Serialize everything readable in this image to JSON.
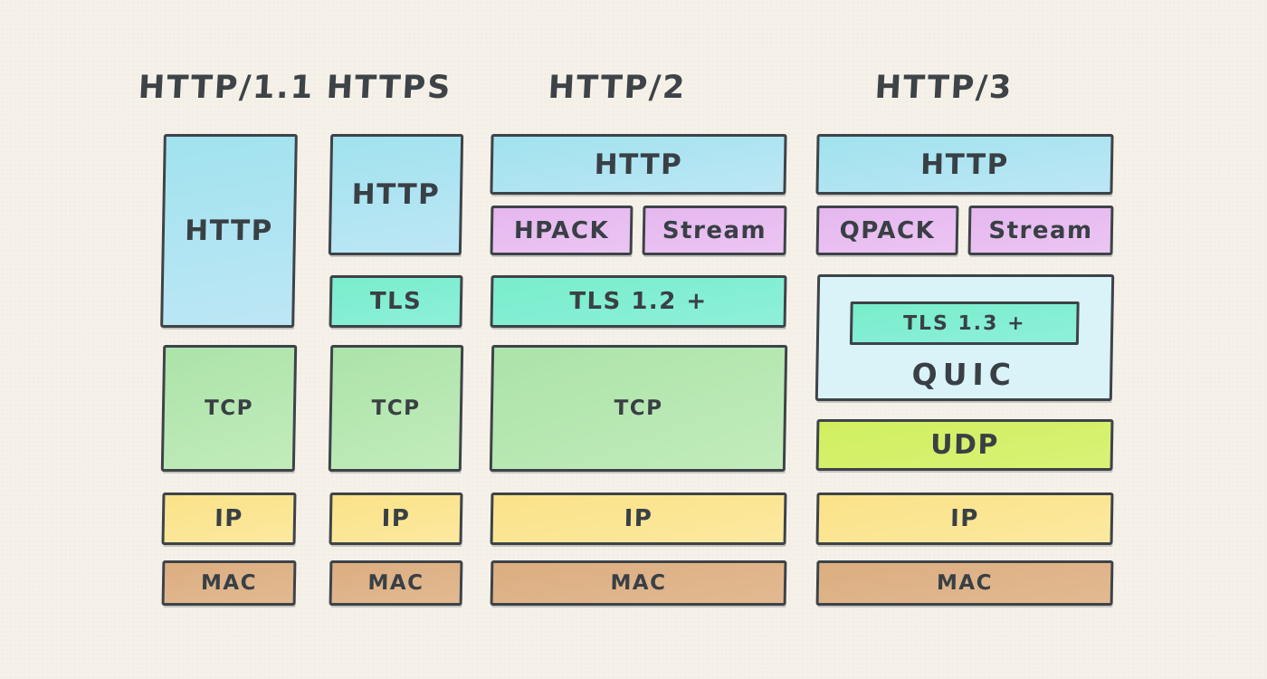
{
  "diagram": {
    "title_row": {
      "col1": "HTTP/1.1",
      "col2": "HTTPS",
      "col3": "HTTP/2",
      "col4": "HTTP/3"
    },
    "palette": {
      "background": "#f5f1e9",
      "border": "#3d4348",
      "text": "#394045",
      "http_cyan": "#a8e4f0",
      "tls_teal": "#7deecd",
      "framing_purple": "#e6b9f0",
      "tcp_green": "#b2e5ae",
      "udp_lime": "#d3f068",
      "ip_yellow": "#fae28c",
      "mac_tan": "#deb085",
      "quic_lightcyan": "#d9f3f8"
    },
    "columns": [
      {
        "title": "HTTP/1.1",
        "blocks": {
          "http": "HTTP",
          "tcp": "TCP",
          "ip": "IP",
          "mac": "MAC"
        }
      },
      {
        "title": "HTTPS",
        "blocks": {
          "http": "HTTP",
          "tls": "TLS",
          "tcp": "TCP",
          "ip": "IP",
          "mac": "MAC"
        }
      },
      {
        "title": "HTTP/2",
        "blocks": {
          "http": "HTTP",
          "hpack": "HPACK",
          "stream": "Stream",
          "tls": "TLS 1.2 +",
          "tcp": "TCP",
          "ip": "IP",
          "mac": "MAC"
        }
      },
      {
        "title": "HTTP/3",
        "blocks": {
          "http": "HTTP",
          "qpack": "QPACK",
          "stream": "Stream",
          "tls": "TLS 1.3 +",
          "quic": "QUIC",
          "udp": "UDP",
          "ip": "IP",
          "mac": "MAC"
        }
      }
    ]
  }
}
